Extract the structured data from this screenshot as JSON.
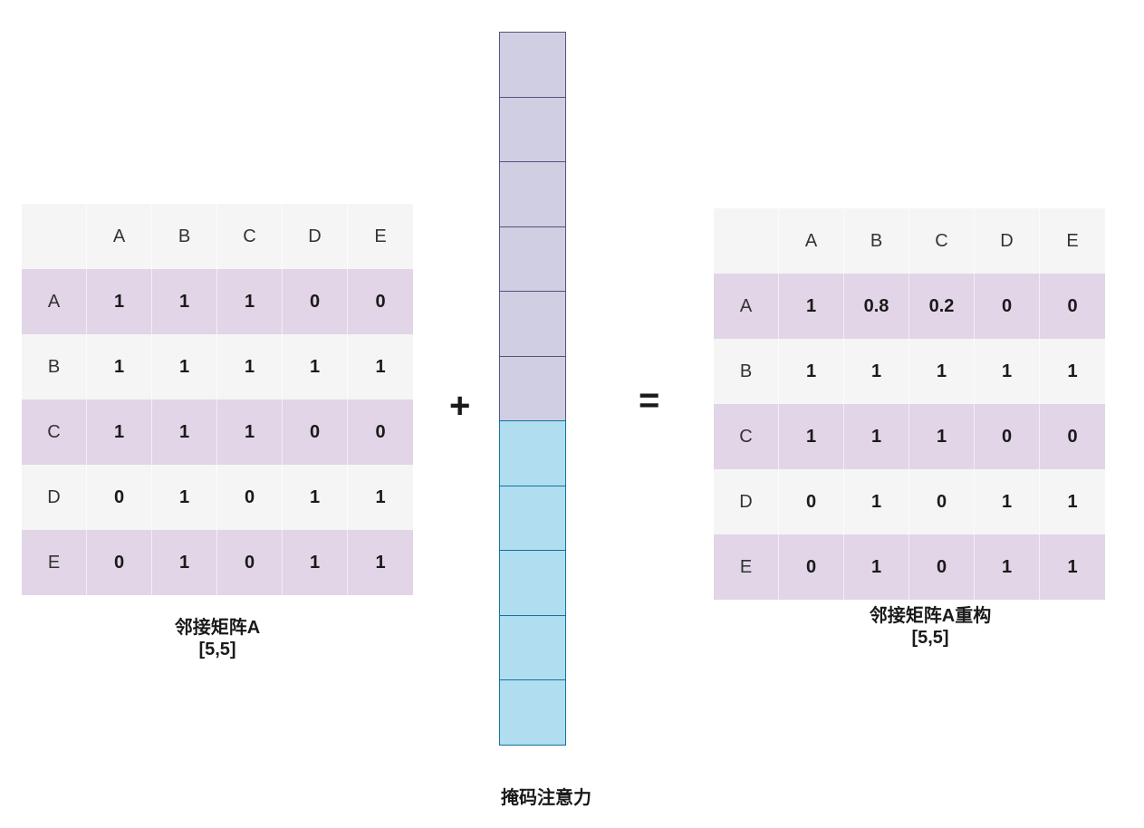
{
  "matrix_left": {
    "columns": [
      "",
      "A",
      "B",
      "C",
      "D",
      "E"
    ],
    "rows": [
      {
        "label": "A",
        "values": [
          "1",
          "1",
          "1",
          "0",
          "0"
        ]
      },
      {
        "label": "B",
        "values": [
          "1",
          "1",
          "1",
          "1",
          "1"
        ]
      },
      {
        "label": "C",
        "values": [
          "1",
          "1",
          "1",
          "0",
          "0"
        ]
      },
      {
        "label": "D",
        "values": [
          "0",
          "1",
          "0",
          "1",
          "1"
        ]
      },
      {
        "label": "E",
        "values": [
          "0",
          "1",
          "0",
          "1",
          "1"
        ]
      }
    ],
    "caption_line1": "邻接矩阵A",
    "caption_line2": "[5,5]"
  },
  "operator_plus": "+",
  "operator_equals": "=",
  "mask": {
    "caption": "掩码注意力",
    "colors": {
      "upper_fill": "#d0cee2",
      "upper_stroke": "#56517e",
      "lower_fill": "#b1ddf0",
      "lower_stroke": "#10739e"
    },
    "segments": [
      "p",
      "p",
      "p",
      "p",
      "p",
      "p",
      "b",
      "b",
      "b",
      "b",
      "b"
    ]
  },
  "matrix_right": {
    "columns": [
      "",
      "A",
      "B",
      "C",
      "D",
      "E"
    ],
    "rows": [
      {
        "label": "A",
        "values": [
          "1",
          "0.8",
          "0.2",
          "0",
          "0"
        ]
      },
      {
        "label": "B",
        "values": [
          "1",
          "1",
          "1",
          "1",
          "1"
        ]
      },
      {
        "label": "C",
        "values": [
          "1",
          "1",
          "1",
          "0",
          "0"
        ]
      },
      {
        "label": "D",
        "values": [
          "0",
          "1",
          "0",
          "1",
          "1"
        ]
      },
      {
        "label": "E",
        "values": [
          "0",
          "1",
          "0",
          "1",
          "1"
        ]
      }
    ],
    "caption_line1": "邻接矩阵A重构",
    "caption_line2": "[5,5]"
  },
  "colors": {
    "row_light": "#f5f5f5",
    "row_purple": "#e1d5e7"
  }
}
